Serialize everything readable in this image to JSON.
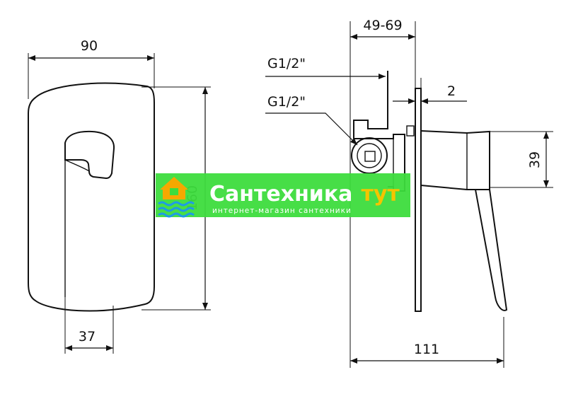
{
  "drawing": {
    "front_view": {
      "width_dim": "90",
      "height_dim": "160",
      "lever_width_dim": "37"
    },
    "side_view": {
      "depth_range_dim": "49-69",
      "thread_top_label": "G1/2\"",
      "thread_side_label": "G1/2\"",
      "plate_thickness_dim": "2",
      "handle_height_dim": "39",
      "total_depth_dim": "111"
    }
  },
  "watermark": {
    "brand_part1": "Сантехника",
    "brand_part2": "тут",
    "tagline": "интернет-магазин сантехники",
    "colors": {
      "band": "#3ddc3d",
      "brand_part2": "#f5c400",
      "logo_house": "#f5a800",
      "logo_waves": "#1e9be6"
    }
  },
  "colors": {
    "line": "#111111",
    "background": "#ffffff"
  }
}
